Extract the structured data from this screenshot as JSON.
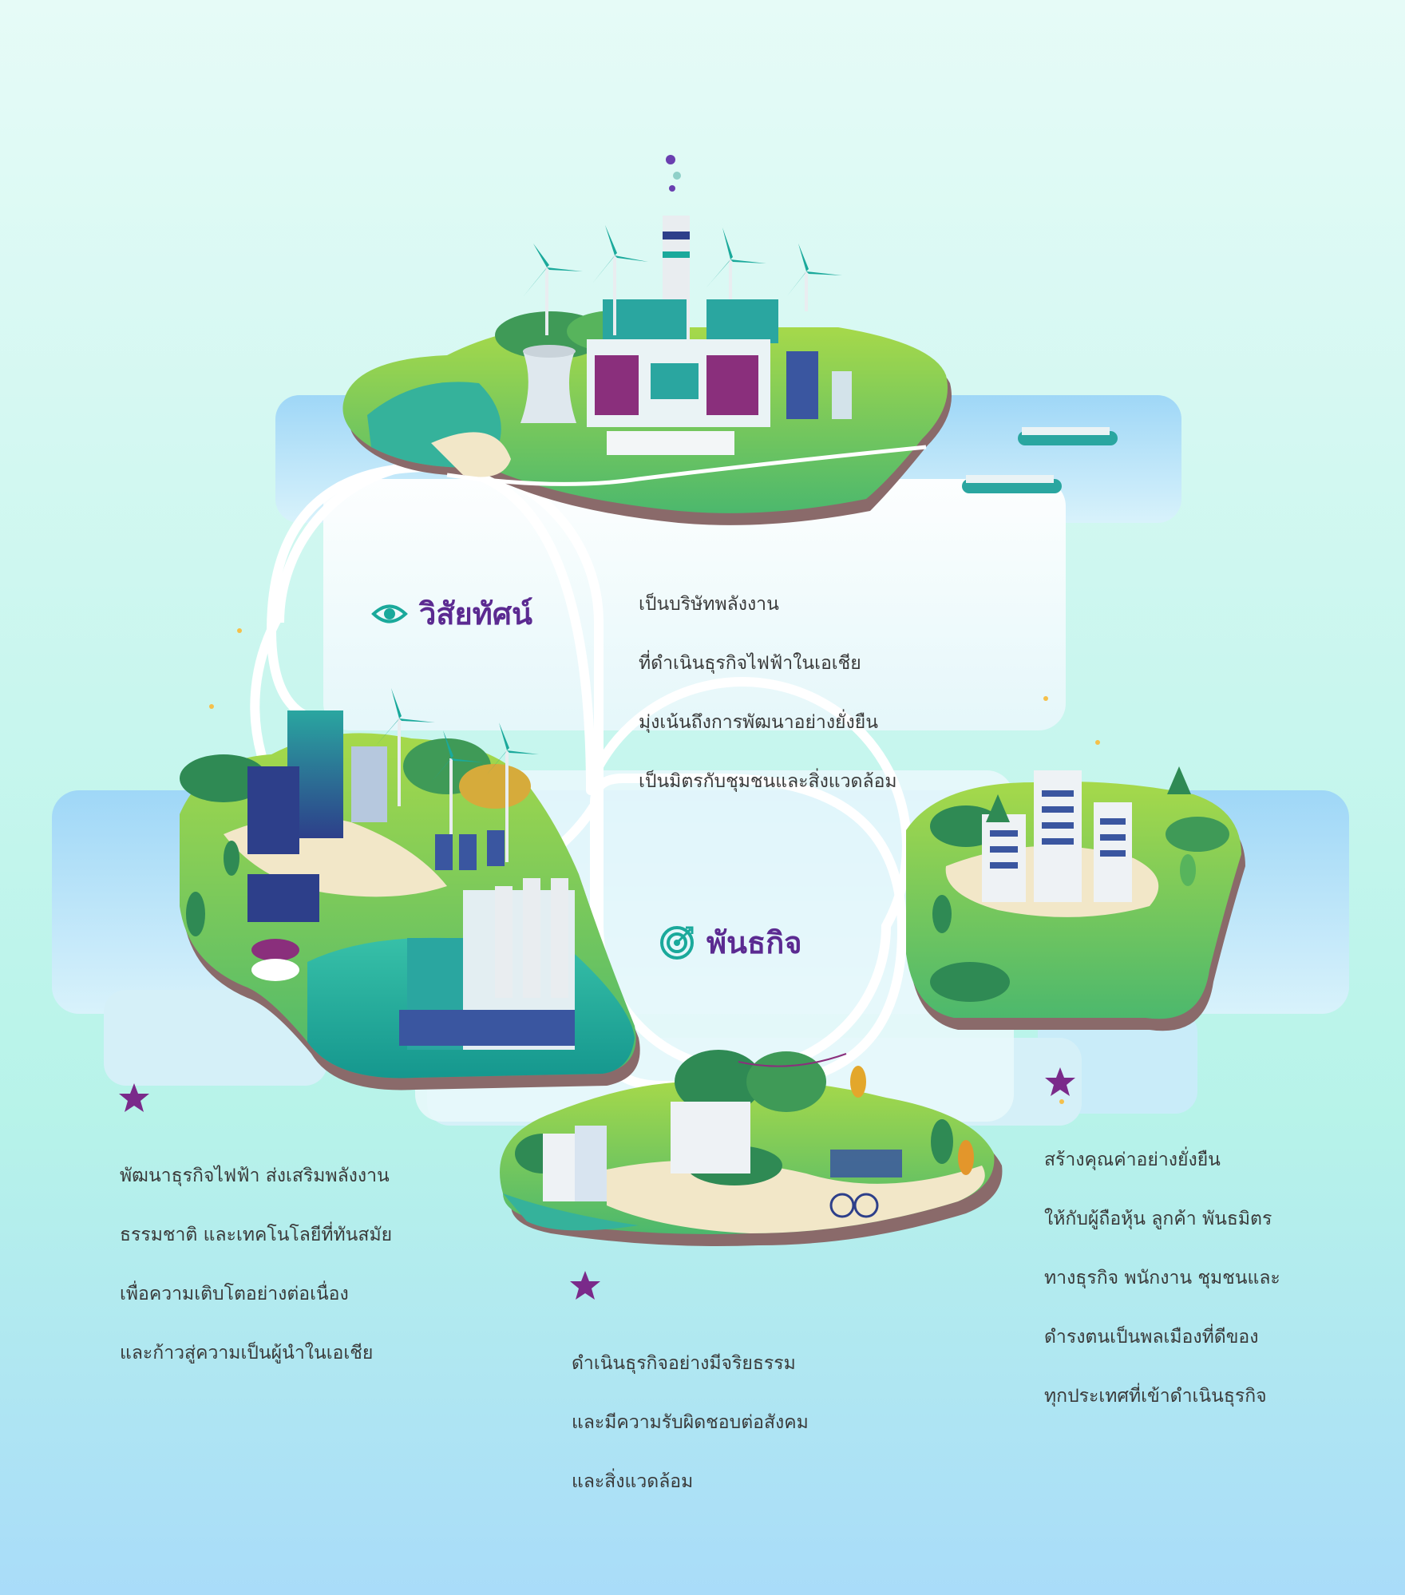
{
  "vision": {
    "title": "วิสัยทัศน์",
    "icon": "eye-icon",
    "lines": [
      "เป็นบริษัทพลังงาน",
      "ที่ดำเนินธุรกิจไฟฟ้าในเอเชีย",
      "มุ่งเน้นถึงการพัฒนาอย่างยั่งยืน",
      "เป็นมิตรกับชุมชนและสิ่งแวดล้อม"
    ]
  },
  "mission": {
    "title": "พันธกิจ",
    "icon": "target-icon",
    "items": [
      {
        "icon": "star-icon",
        "lines": [
          "พัฒนาธุรกิจไฟฟ้า ส่งเสริมพลังงาน",
          "ธรรมชาติ และเทคโนโลยีที่ทันสมัย",
          "เพื่อความเติบโตอย่างต่อเนื่อง",
          "และก้าวสู่ความเป็นผู้นำในเอเชีย"
        ]
      },
      {
        "icon": "star-icon",
        "lines": [
          "ดำเนินธุรกิจอย่างมีจริยธรรม",
          "และมีความรับผิดชอบต่อสังคม",
          "และสิ่งแวดล้อม"
        ]
      },
      {
        "icon": "star-icon",
        "lines": [
          "สร้างคุณค่าอย่างยั่งยืน",
          "ให้กับผู้ถือหุ้น ลูกค้า พันธมิตร",
          "ทางธุรกิจ พนักงาน ชุมชนและ",
          "ดำรงตนเป็นพลเมืองที่ดีของ",
          "ทุกประเทศที่เข้าดำเนินธุรกิจ"
        ]
      }
    ]
  },
  "colors": {
    "title": "#5b2a91",
    "accent_teal": "#1aa99b",
    "star": "#7a2a8a",
    "water": "#a6dcf7",
    "grass": "#7cc142"
  }
}
